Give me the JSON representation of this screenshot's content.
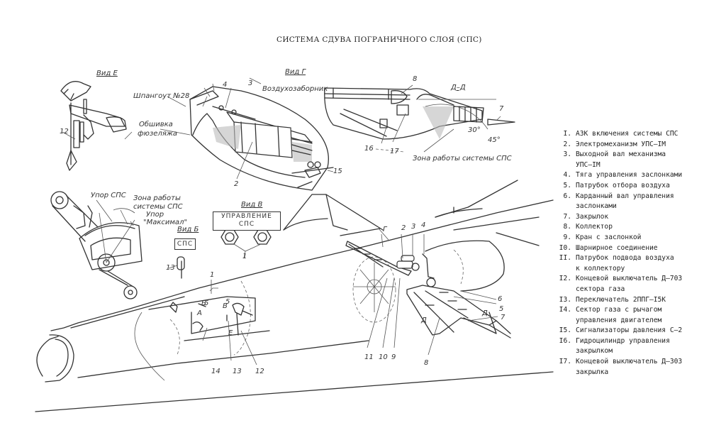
{
  "title": "СИСТЕМА СДУВА ПОГРАНИЧНОГО СЛОЯ (СПС)",
  "views": {
    "view_e": "Вид Е",
    "view_g": "Вид Г",
    "view_dd": "Д–Д",
    "view_v": "Вид В",
    "view_b": "Вид Б"
  },
  "callouts": {
    "frame_28": "Шпангоут №28",
    "fuselage_skin_1": "Обшивка",
    "fuselage_skin_2": "фюзеляжа",
    "air_intake": "Воздухозаборник",
    "sps_zone_dd": "Зона работы системы СПС",
    "angle_30": "30°",
    "angle_45": "45°",
    "stop_sps": "Упор СПС",
    "zone_1": "Зона работы",
    "zone_2": "системы СПС",
    "stop_max_1": "Упор",
    "stop_max_2": "\"Максимал\"",
    "panel_v_line1": "УПРАВЛЕНИЕ",
    "panel_v_line2": "СПС",
    "panel_b": "СПС",
    "marker_g": "Г",
    "marker_d1": "Д",
    "marker_d2": "Д",
    "marker_a": "А",
    "marker_b": "Б",
    "marker_v": "В",
    "marker_e": "Е",
    "fuse_5a": "5",
    "fuse_5b": "5"
  },
  "numbers": {
    "e_12": "12",
    "g_4": "4",
    "g_3": "3",
    "g_2": "2",
    "g_15": "15",
    "dd_8": "8",
    "dd_7": "7",
    "dd_16": "16",
    "dd_17": "17",
    "b_13": "13",
    "v_1": "1",
    "f_1": "1",
    "f_14": "14",
    "f_13": "13",
    "f_12": "12",
    "w_2": "2",
    "w_3": "3",
    "w_4": "4",
    "w_6": "6",
    "w_5": "5",
    "w_7": "7",
    "w_11": "11",
    "w_10": "10",
    "w_9": "9",
    "w_8": "8"
  },
  "legend": [
    {
      "n": "I.",
      "lines": [
        "АЗК включения системы СПС"
      ]
    },
    {
      "n": "2.",
      "lines": [
        "Электромеханизм УПС–IМ"
      ]
    },
    {
      "n": "3.",
      "lines": [
        "Выходной вал механизма",
        "УПС–IМ"
      ]
    },
    {
      "n": "4.",
      "lines": [
        "Тяга управления заслонками"
      ]
    },
    {
      "n": "5.",
      "lines": [
        "Патрубок отбора воздуха"
      ]
    },
    {
      "n": "6.",
      "lines": [
        "Карданный вал управления",
        "заслонками"
      ]
    },
    {
      "n": "7.",
      "lines": [
        "Закрылок"
      ]
    },
    {
      "n": "8.",
      "lines": [
        "Коллектор"
      ]
    },
    {
      "n": "9.",
      "lines": [
        "Кран с заслонкой"
      ]
    },
    {
      "n": "I0.",
      "lines": [
        "Шарнирное соединение"
      ]
    },
    {
      "n": "II.",
      "lines": [
        "Патрубок подвода воздуха",
        "к коллектору"
      ]
    },
    {
      "n": "I2.",
      "lines": [
        "Концевой выключатель Д–703",
        "сектора газа"
      ]
    },
    {
      "n": "I3.",
      "lines": [
        "Переключатель 2ППГ–I5К"
      ]
    },
    {
      "n": "I4.",
      "lines": [
        "Сектор газа с рычагом",
        "управления двигателем"
      ]
    },
    {
      "n": "I5.",
      "lines": [
        "Сигнализаторы давления С–2"
      ]
    },
    {
      "n": "I6.",
      "lines": [
        "Гидроцилиндр управления",
        "закрылком"
      ]
    },
    {
      "n": "I7.",
      "lines": [
        "Концевой выключатель Д–303",
        "закрылка"
      ]
    }
  ]
}
